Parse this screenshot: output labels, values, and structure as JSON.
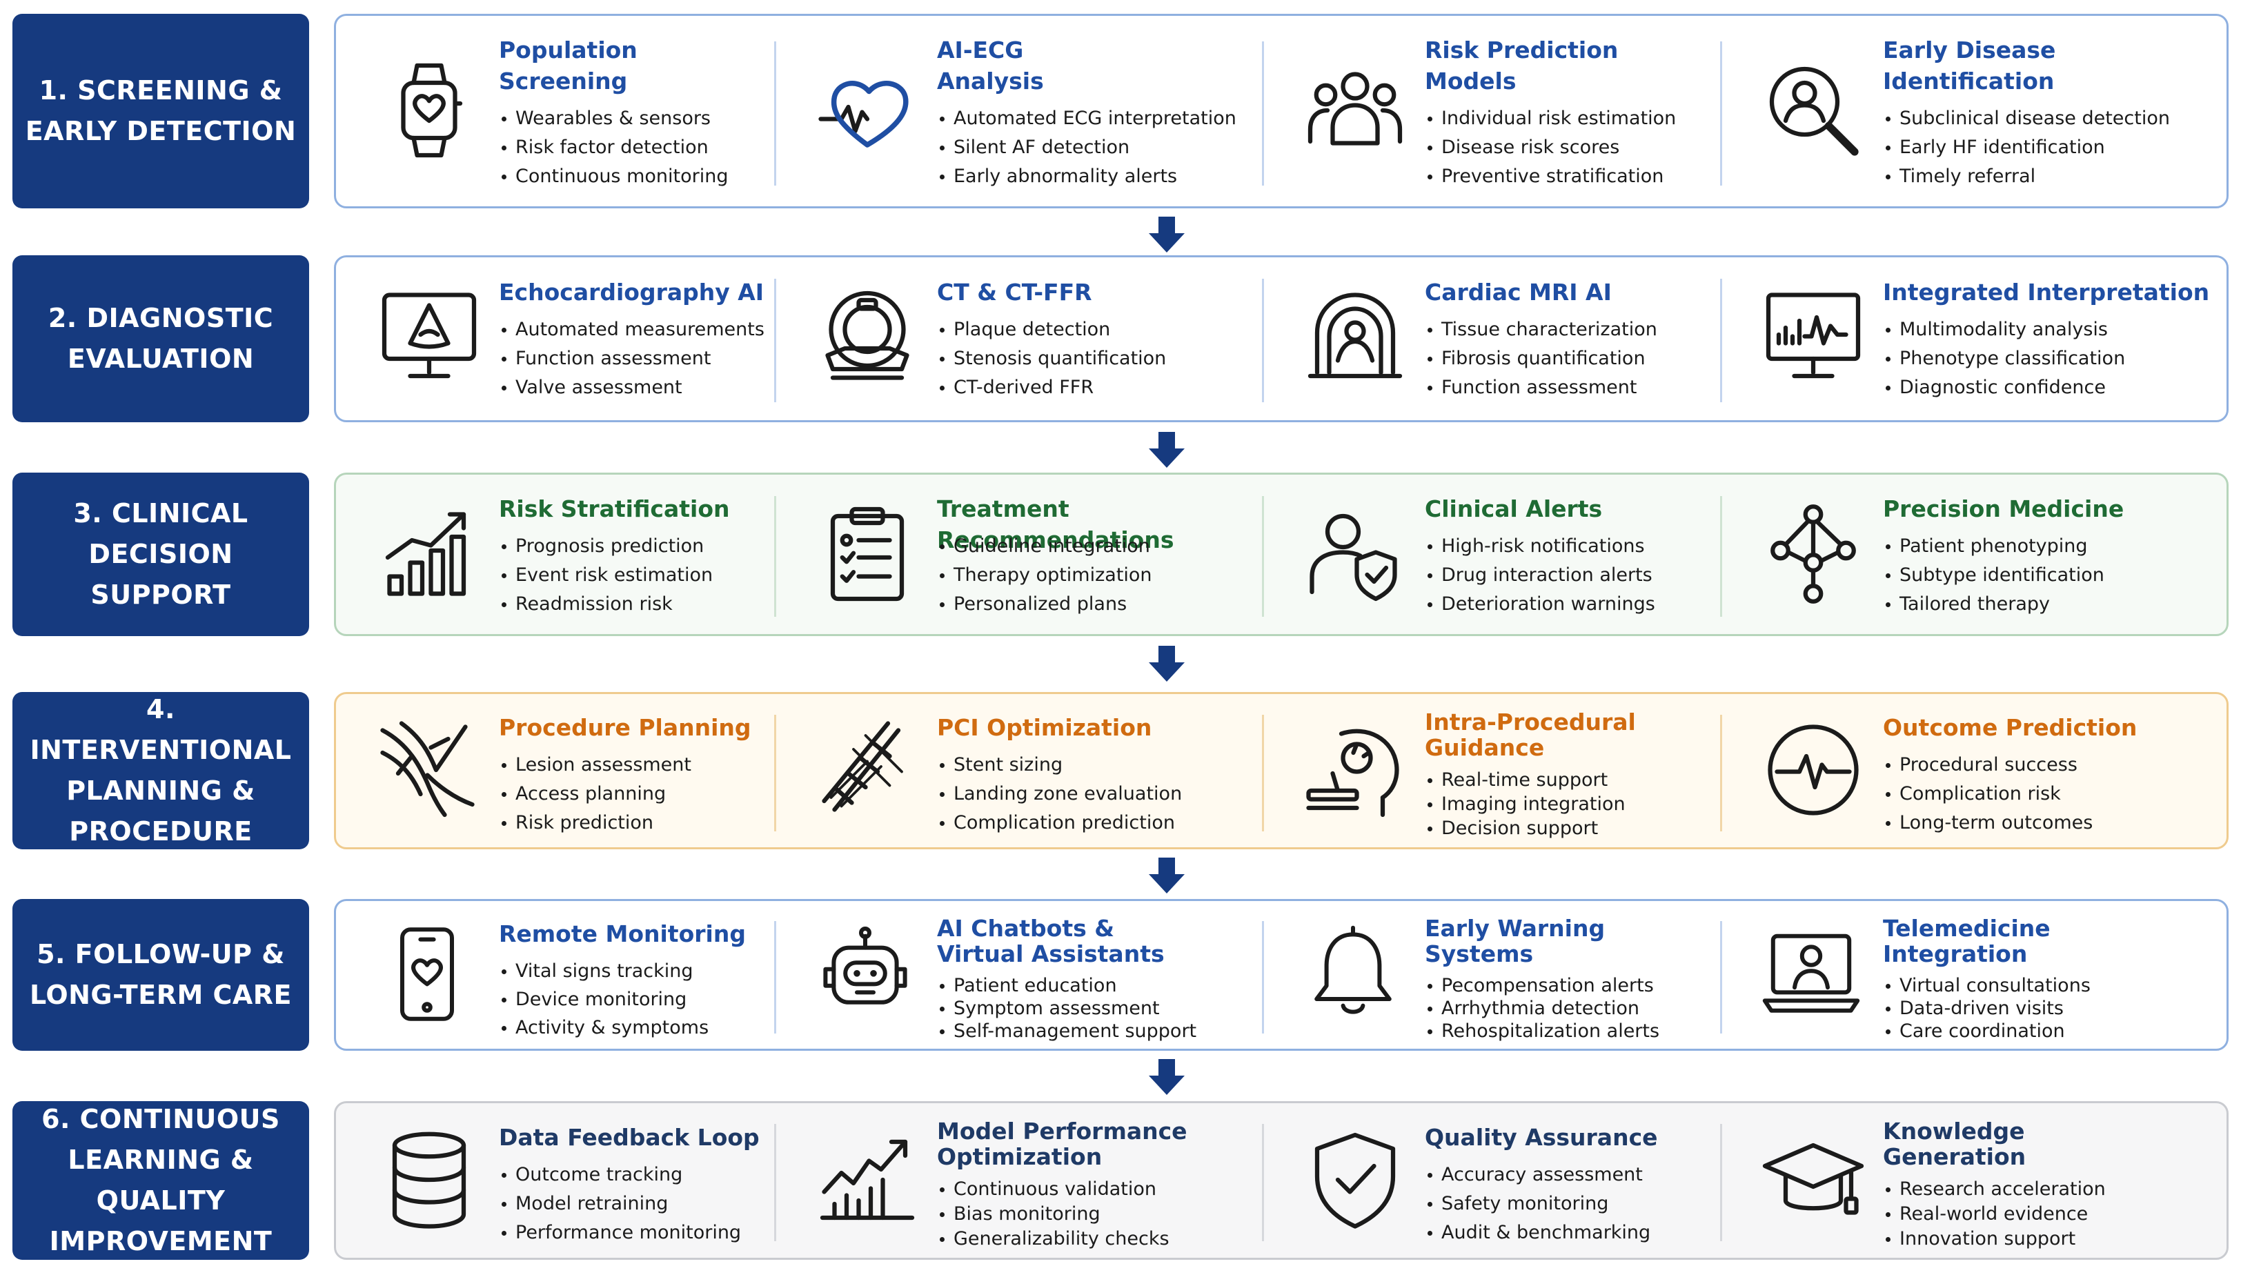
{
  "rows": [
    {
      "label": [
        "1. SCREENING &",
        "EARLY DETECTION"
      ],
      "accent": "#1f4ea3",
      "cards": [
        {
          "icon": "smartwatch-heart-icon",
          "title": "Population\nScreening",
          "bullets": [
            "Wearables & sensors",
            "Risk factor detection",
            "Continuous monitoring"
          ]
        },
        {
          "icon": "heart-ecg-icon",
          "title": "AI-ECG\nAnalysis",
          "bullets": [
            "Automated ECG interpretation",
            "Silent AF detection",
            "Early abnormality alerts"
          ]
        },
        {
          "icon": "people-group-icon",
          "title": "Risk Prediction\nModels",
          "bullets": [
            "Individual risk estimation",
            "Disease risk scores",
            "Preventive stratification"
          ]
        },
        {
          "icon": "magnifier-person-icon",
          "title": "Early Disease\nIdentification",
          "bullets": [
            "Subclinical disease detection",
            "Early HF identification",
            "Timely referral"
          ]
        }
      ]
    },
    {
      "label": [
        "2. DIAGNOSTIC",
        "EVALUATION"
      ],
      "accent": "#1f4ea3",
      "cards": [
        {
          "icon": "ultrasound-monitor-icon",
          "title": "Echocardiography AI",
          "bullets": [
            "Automated measurements",
            "Function assessment",
            "Valve assessment"
          ]
        },
        {
          "icon": "ct-scanner-icon",
          "title": "CT & CT-FFR",
          "bullets": [
            "Plaque detection",
            "Stenosis quantification",
            "CT-derived FFR"
          ]
        },
        {
          "icon": "mri-scanner-icon",
          "title": "Cardiac MRI AI",
          "bullets": [
            "Tissue characterization",
            "Fibrosis quantification",
            "Function assessment"
          ]
        },
        {
          "icon": "monitor-chart-icon",
          "title": "Integrated Interpretation",
          "bullets": [
            "Multimodality analysis",
            "Phenotype classification",
            "Diagnostic confidence"
          ]
        }
      ]
    },
    {
      "label": [
        "3. CLINICAL DECISION",
        "SUPPORT"
      ],
      "accent": "#1f6b34",
      "cards": [
        {
          "icon": "rising-bar-chart-icon",
          "title": "Risk Stratification",
          "bullets": [
            "Prognosis prediction",
            "Event risk estimation",
            "Readmission risk"
          ]
        },
        {
          "icon": "clipboard-checklist-icon",
          "title": "Treatment Recommendations",
          "bullets": [
            "Guideline integration",
            "Therapy optimization",
            "Personalized plans"
          ]
        },
        {
          "icon": "person-shield-icon",
          "title": "Clinical Alerts",
          "bullets": [
            "High-risk notifications",
            "Drug interaction alerts",
            "Deterioration warnings"
          ]
        },
        {
          "icon": "network-nodes-icon",
          "title": "Precision Medicine",
          "bullets": [
            "Patient phenotyping",
            "Subtype identification",
            "Tailored therapy"
          ]
        }
      ]
    },
    {
      "label": [
        "4. INTERVENTIONAL",
        "PLANNING &",
        "PROCEDURE"
      ],
      "accent": "#d06b10",
      "cards": [
        {
          "icon": "vessel-branch-icon",
          "title": "Procedure Planning",
          "bullets": [
            "Lesion assessment",
            "Access planning",
            "Risk prediction"
          ]
        },
        {
          "icon": "stent-mesh-icon",
          "title": "PCI Optimization",
          "bullets": [
            "Stent sizing",
            "Landing zone evaluation",
            "Complication prediction"
          ]
        },
        {
          "icon": "c-arm-imaging-icon",
          "title": "Intra-Procedural\nGuidance",
          "bullets": [
            "Real-time support",
            "Imaging integration",
            "Decision support"
          ]
        },
        {
          "icon": "pulse-circle-icon",
          "title": "Outcome Prediction",
          "bullets": [
            "Procedural success",
            "Complication risk",
            "Long-term outcomes"
          ]
        }
      ]
    },
    {
      "label": [
        "5. FOLLOW-UP &",
        "LONG-TERM CARE"
      ],
      "accent": "#1f4ea3",
      "cards": [
        {
          "icon": "smartphone-heart-icon",
          "title": "Remote Monitoring",
          "bullets": [
            "Vital signs tracking",
            "Device monitoring",
            "Activity & symptoms"
          ]
        },
        {
          "icon": "robot-icon",
          "title": "AI Chatbots &\nVirtual Assistants",
          "bullets": [
            "Patient education",
            "Symptom assessment",
            "Self-management support"
          ]
        },
        {
          "icon": "bell-icon",
          "title": "Early Warning\nSystems",
          "bullets": [
            "Pecompensation alerts",
            "Arrhythmia detection",
            "Rehospitalization alerts"
          ]
        },
        {
          "icon": "laptop-person-icon",
          "title": "Telemedicine\nIntegration",
          "bullets": [
            "Virtual consultations",
            "Data-driven visits",
            "Care coordination"
          ]
        }
      ]
    },
    {
      "label": [
        "6. CONTINUOUS",
        "LEARNING & QUALITY",
        "IMPROVEMENT"
      ],
      "accent": "#1f3a66",
      "cards": [
        {
          "icon": "database-icon",
          "title": "Data Feedback Loop",
          "bullets": [
            "Outcome tracking",
            "Model retraining",
            "Performance monitoring"
          ]
        },
        {
          "icon": "trend-chart-icon",
          "title": "Model Performance\nOptimization",
          "bullets": [
            "Continuous validation",
            "Bias monitoring",
            "Generalizability checks"
          ]
        },
        {
          "icon": "shield-check-icon",
          "title": "Quality Assurance",
          "bullets": [
            "Accuracy assessment",
            "Safety monitoring",
            "Audit & benchmarking"
          ]
        },
        {
          "icon": "graduation-cap-icon",
          "title": "Knowledge\nGeneration",
          "bullets": [
            "Research acceleration",
            "Real-world evidence",
            "Innovation support"
          ]
        }
      ]
    }
  ]
}
